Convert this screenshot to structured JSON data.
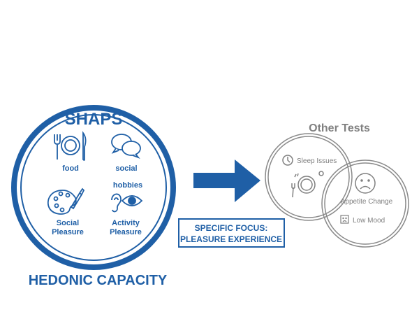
{
  "colors": {
    "primary": "#1f5fa6",
    "gray": "#808080"
  },
  "shaps": {
    "title": "SHAPS",
    "items": [
      {
        "label": "food",
        "icon": "fork-plate-knife-icon"
      },
      {
        "label": "social",
        "icon": "speech-bubbles-icon"
      },
      {
        "label": "hobbies",
        "icon": "ear-eye-icon"
      },
      {
        "label_line1": "Social",
        "label_line2": "Pleasure",
        "icon": "palette-icon"
      },
      {
        "label_line1": "Activity",
        "label_line2": "Pleasure"
      }
    ],
    "caption": "HEDONIC CAPACITY"
  },
  "focus_box": {
    "line1": "SPECIFIC FOCUS:",
    "line2": "PLEASURE EXPERIENCE"
  },
  "other_tests": {
    "title": "Other Tests",
    "sleep": "Sleep Issues",
    "appetite": "Appetite Change",
    "mood": "Low Mood"
  }
}
